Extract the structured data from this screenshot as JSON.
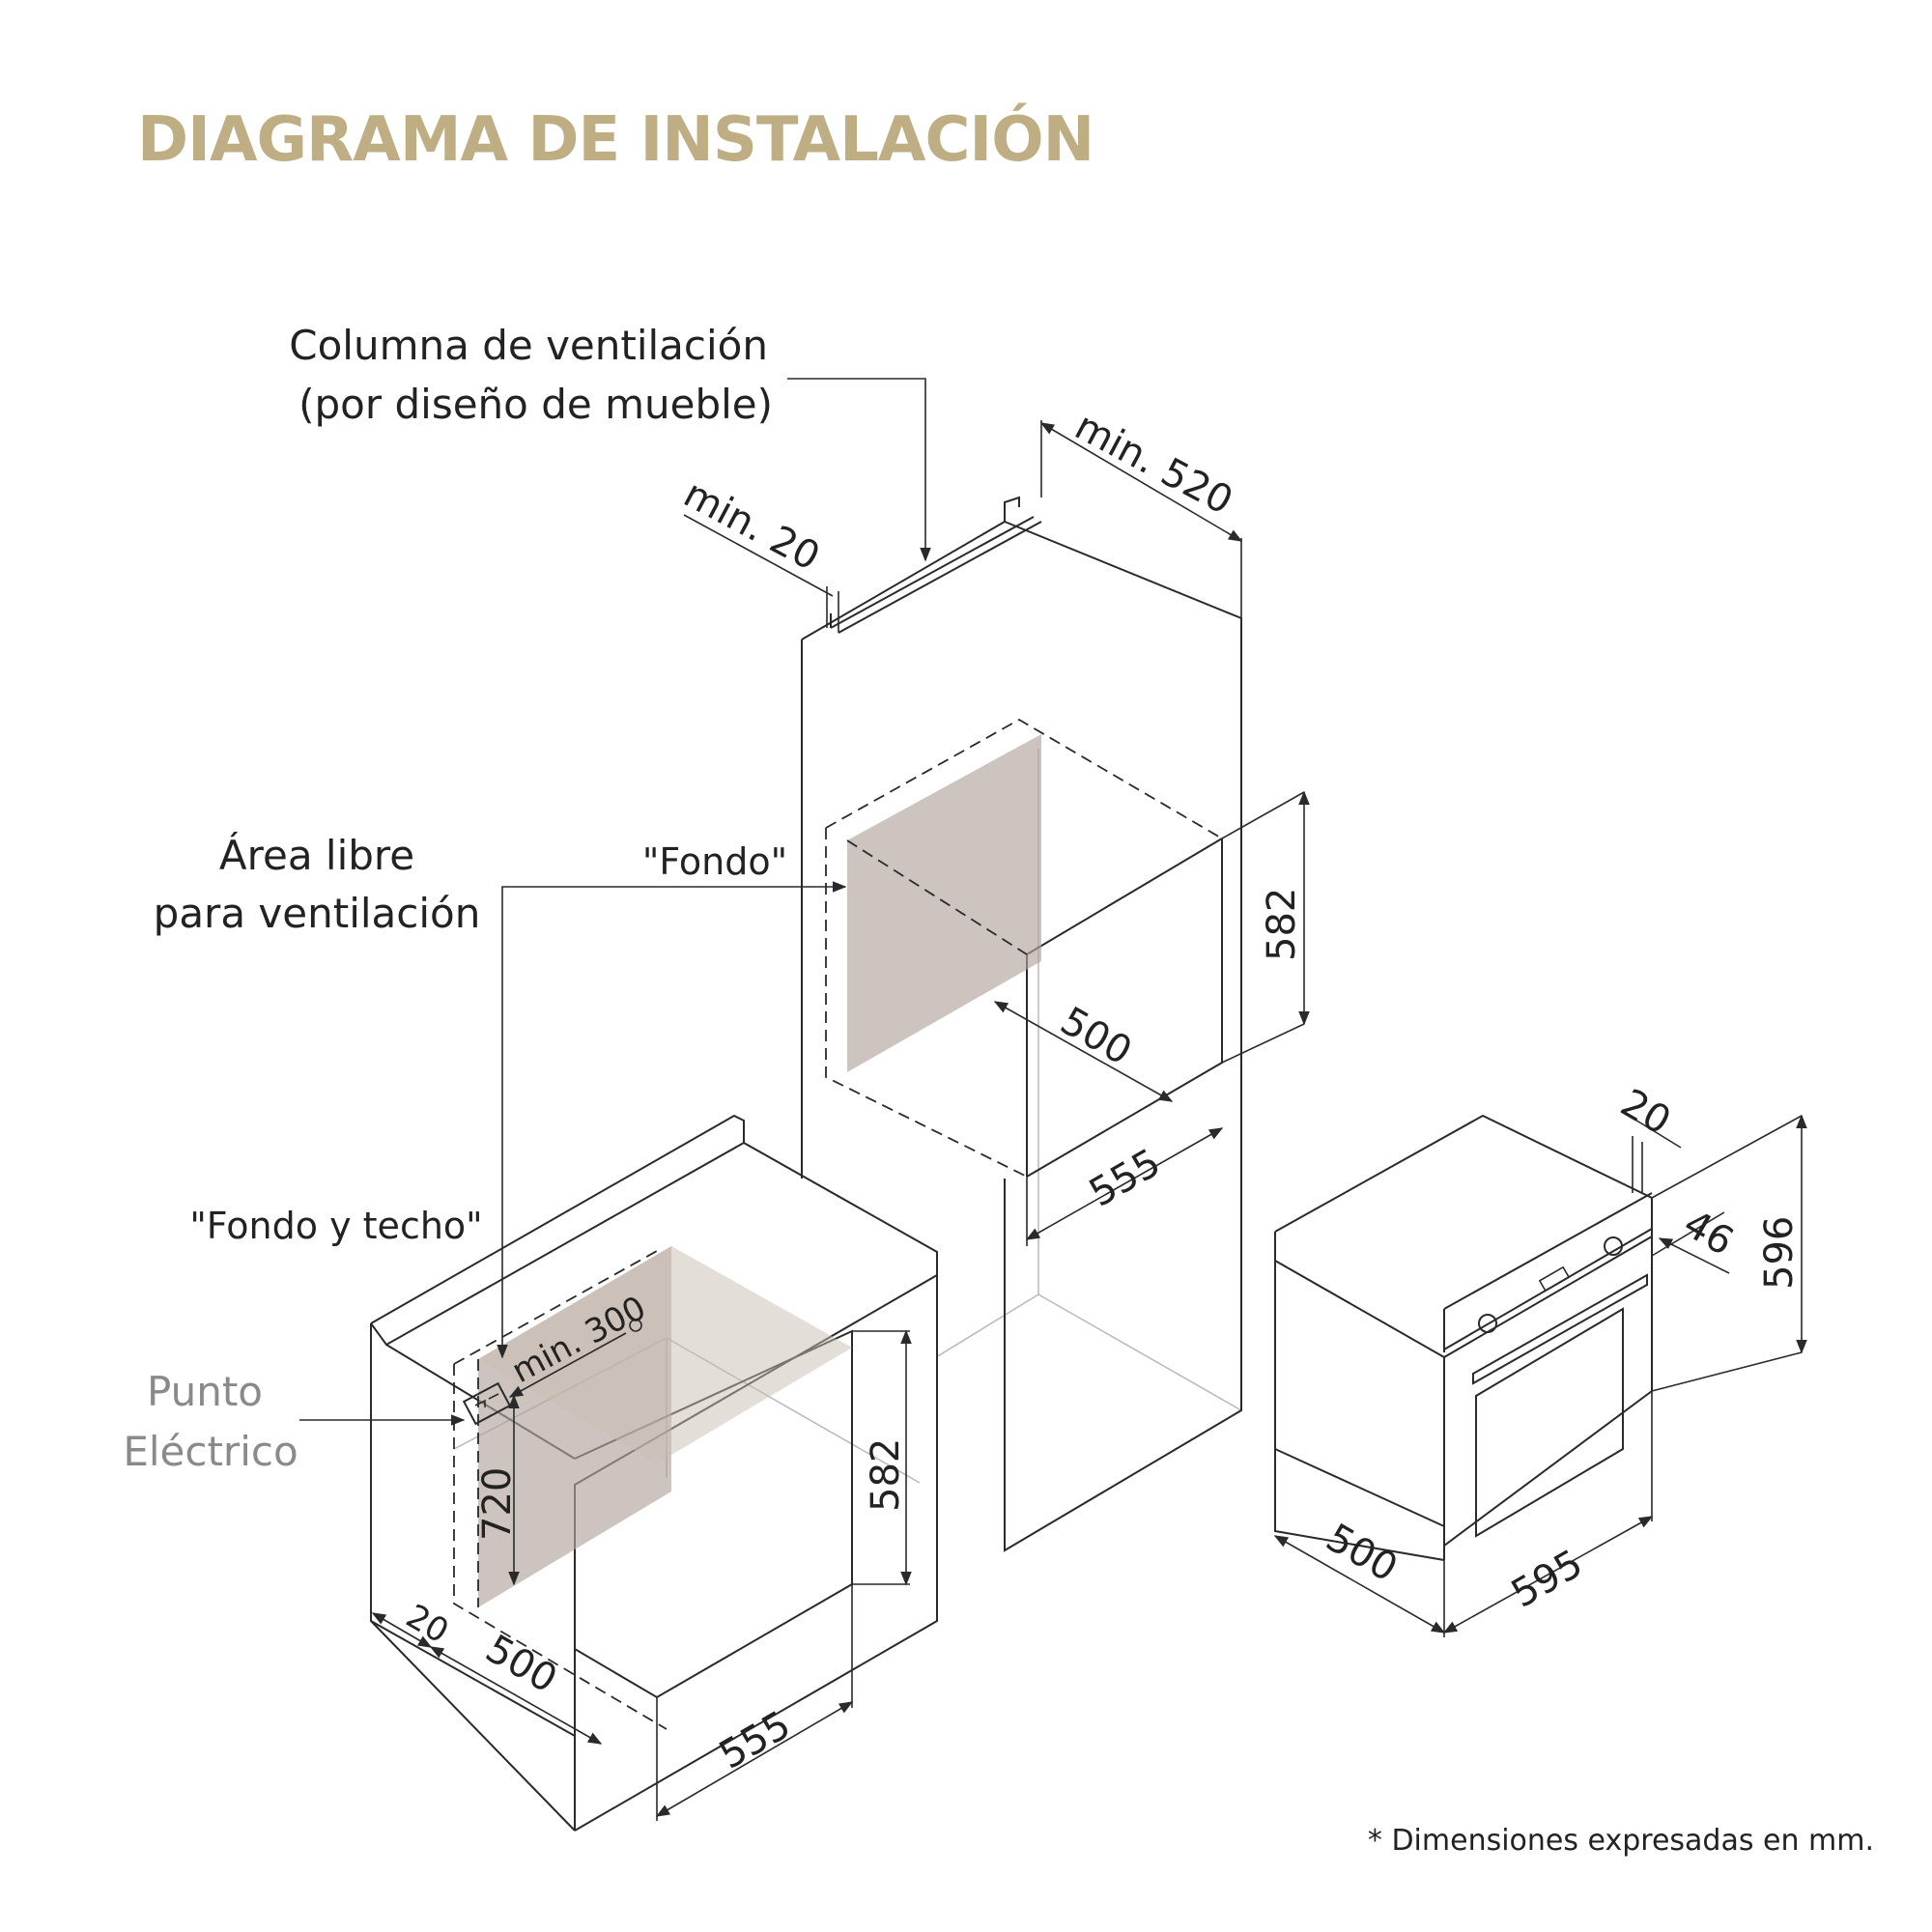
{
  "title": "DIAGRAMA DE INSTALACIÓN",
  "labels": {
    "ventilation_column_line1": "Columna de ventilación",
    "ventilation_column_line2": "(por diseño de mueble)",
    "free_area_line1": "Área libre",
    "free_area_line2": "para ventilación",
    "fondo": "\"Fondo\"",
    "fondo_techo": "\"Fondo y techo\"",
    "punto_line1": "Punto",
    "punto_line2": "Eléctrico"
  },
  "dimensions": {
    "tall_min20": "min. 20",
    "tall_min520": "min. 520",
    "tall_582": "582",
    "tall_500": "500",
    "tall_555": "555",
    "base_min300": "min. 300",
    "base_720": "720",
    "base_582": "582",
    "base_20": "20",
    "base_500": "500",
    "base_555": "555",
    "oven_20": "20",
    "oven_46": "46",
    "oven_596": "596",
    "oven_500": "500",
    "oven_595": "595"
  },
  "footnote": "* Dimensiones expresadas en mm.",
  "colors": {
    "title": "#bfae84",
    "shade": "#b3a59c",
    "line": "#2a2a2a",
    "grey_label": "#8a8a8a"
  }
}
